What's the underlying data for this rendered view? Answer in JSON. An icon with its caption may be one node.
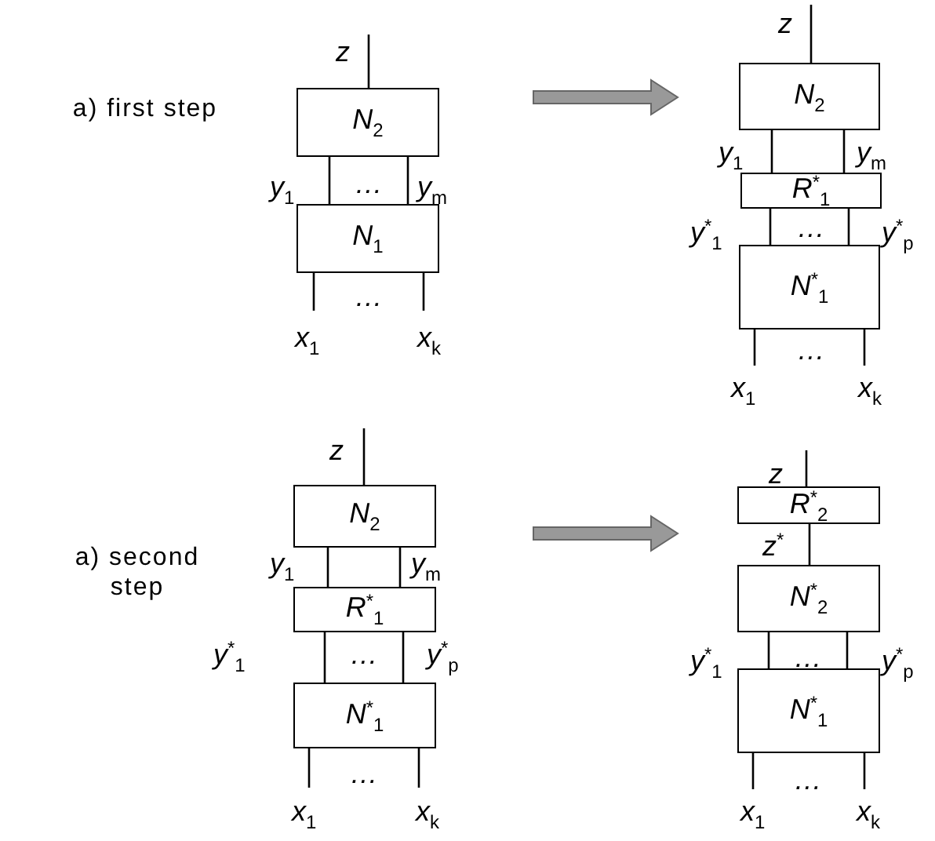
{
  "diagram": {
    "nodes": [
      {
        "text": [
          "N$_{2}$"
        ]
      },
      {
        "text": [
          "N$_{1}$"
        ]
      },
      {
        "text": [
          "N$_{2}$"
        ]
      },
      {
        "text": [
          "R$^{*}$$_{1}$"
        ]
      },
      {
        "text": [
          "N$^{*}$$_{1}$"
        ]
      },
      {
        "text": [
          "N$_{2}$"
        ]
      },
      {
        "text": [
          "R$^{*}$$_{1}$"
        ]
      },
      {
        "text": [
          "N$^{*}$$_{1}$"
        ]
      },
      {
        "text": [
          "R$^{*}$$_{2}$"
        ]
      },
      {
        "text": [
          "N$^{*}$$_{2}$"
        ]
      },
      {
        "text": [
          "N$^{*}$$_{1}$"
        ]
      }
    ],
    "edges": [
      {
        "from": 0,
        "to": null,
        "arrow": "none"
      },
      {
        "from": 1,
        "to": 0,
        "arrow": "none"
      },
      {
        "from": 1,
        "to": 0,
        "arrow": "none"
      },
      {
        "from": null,
        "to": 1,
        "arrow": "none"
      },
      {
        "from": null,
        "to": 1,
        "arrow": "none"
      },
      {
        "from": 2,
        "to": null,
        "arrow": "none"
      },
      {
        "from": 3,
        "to": 2,
        "arrow": "none"
      },
      {
        "from": 3,
        "to": 2,
        "arrow": "none"
      },
      {
        "from": 4,
        "to": 3,
        "arrow": "none"
      },
      {
        "from": 4,
        "to": 3,
        "arrow": "none"
      },
      {
        "from": null,
        "to": 4,
        "arrow": "none"
      },
      {
        "from": null,
        "to": 4,
        "arrow": "none"
      },
      {
        "from": 5,
        "to": null,
        "arrow": "none"
      },
      {
        "from": 6,
        "to": 5,
        "arrow": "none"
      },
      {
        "from": 6,
        "to": 5,
        "arrow": "none"
      },
      {
        "from": 7,
        "to": 6,
        "arrow": "none"
      },
      {
        "from": 7,
        "to": 6,
        "arrow": "none"
      },
      {
        "from": null,
        "to": 7,
        "arrow": "none"
      },
      {
        "from": null,
        "to": 7,
        "arrow": "none"
      },
      {
        "from": 8,
        "to": null,
        "arrow": "none"
      },
      {
        "from": 9,
        "to": 8,
        "arrow": "none"
      },
      {
        "from": 10,
        "to": 9,
        "arrow": "none"
      },
      {
        "from": 10,
        "to": 9,
        "arrow": "none"
      },
      {
        "from": null,
        "to": 10,
        "arrow": "none"
      },
      {
        "from": null,
        "to": 10,
        "arrow": "none"
      }
    ],
    "labels": [
      "z",
      "y$_{1}$",
      "…",
      "y$_{m}$",
      "…",
      "x$_{1}$",
      "x$_{k}$",
      "z",
      "y$_{1}$",
      "y$_{m}$",
      "y$^{*}$$_{1}$",
      "…",
      "y$^{*}$$_{p}$",
      "…",
      "x$_{1}$",
      "x$_{k}$",
      "a) first step",
      "z",
      "y$_{1}$",
      "y$_{m}$",
      "y$^{*}$$_{1}$",
      "…",
      "y$^{*}$$_{p}$",
      "…",
      "x$_{1}$",
      "x$_{k}$",
      "z",
      "z$^{*}$",
      "y$^{*}$$_{1}$",
      "…",
      "y$^{*}$$_{p}$",
      "…",
      "x$_{1}$",
      "x$_{k}$",
      "a) second step"
    ]
  }
}
